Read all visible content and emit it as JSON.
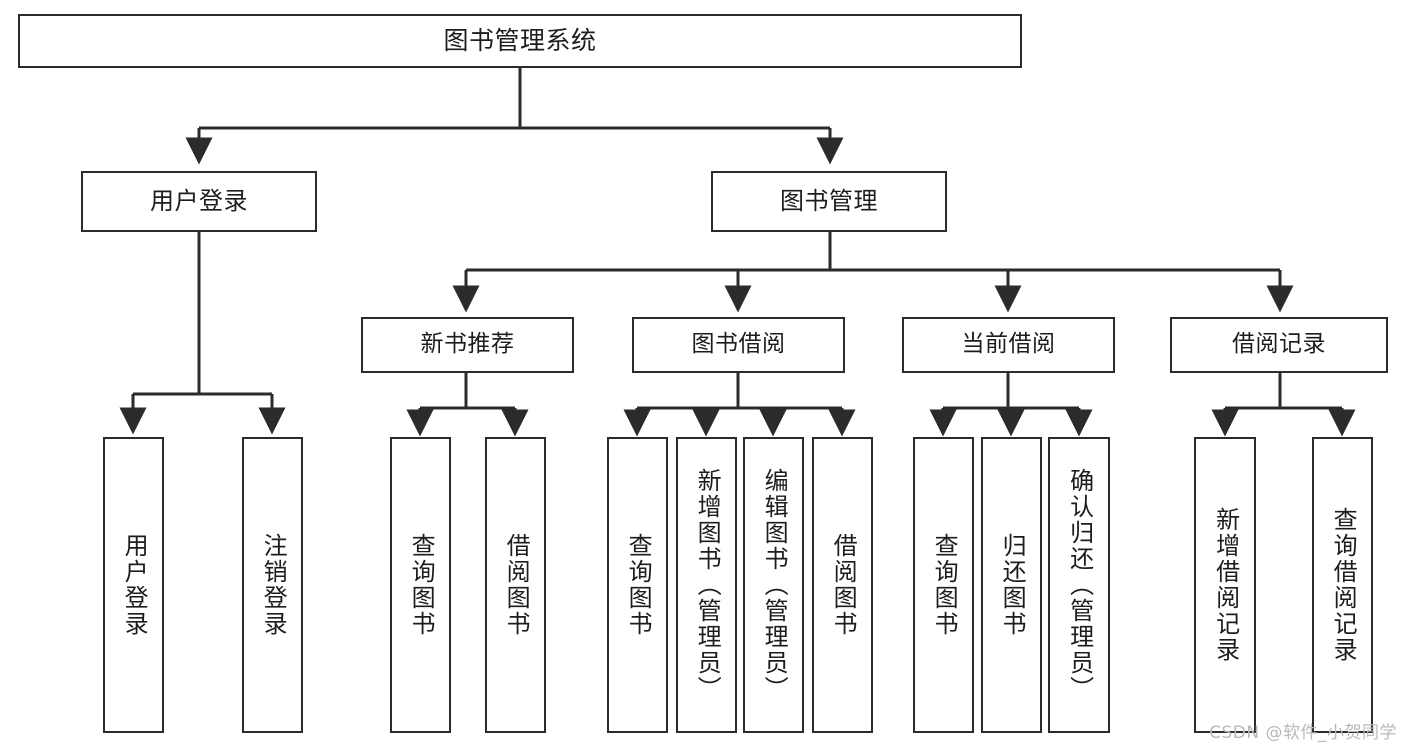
{
  "diagram": {
    "title": "图书管理系统",
    "type": "tree-hierarchy-chart",
    "watermark": "CSDN @软件_小贺同学",
    "nodes": {
      "root": {
        "label": "图书管理系统"
      },
      "level2": [
        {
          "id": "user-login",
          "label": "用户登录"
        },
        {
          "id": "book-manage",
          "label": "图书管理"
        }
      ],
      "level3": [
        {
          "id": "new-book-recommend",
          "label": "新书推荐"
        },
        {
          "id": "book-borrow",
          "label": "图书借阅"
        },
        {
          "id": "current-borrow",
          "label": "当前借阅"
        },
        {
          "id": "borrow-record",
          "label": "借阅记录"
        }
      ],
      "leaves": [
        {
          "id": "leaf-user-login",
          "label": "用户登录"
        },
        {
          "id": "leaf-logout-login",
          "label": "注销登录"
        },
        {
          "id": "leaf-query-book-1",
          "label": "查询图书"
        },
        {
          "id": "leaf-borrow-book-1",
          "label": "借阅图书"
        },
        {
          "id": "leaf-query-book-2",
          "label": "查询图书"
        },
        {
          "id": "leaf-add-book-admin",
          "label": "新增图书（管理员）"
        },
        {
          "id": "leaf-edit-book-admin",
          "label": "编辑图书（管理员）"
        },
        {
          "id": "leaf-borrow-book-2",
          "label": "借阅图书"
        },
        {
          "id": "leaf-query-book-3",
          "label": "查询图书"
        },
        {
          "id": "leaf-return-book",
          "label": "归还图书"
        },
        {
          "id": "leaf-confirm-return-admin",
          "label": "确认归还（管理员）"
        },
        {
          "id": "leaf-add-borrow-record",
          "label": "新增借阅记录"
        },
        {
          "id": "leaf-query-borrow-record",
          "label": "查询借阅记录"
        }
      ]
    },
    "colors": {
      "stroke": "#2b2b2b",
      "fill": "#ffffff",
      "text": "#1d1d1d",
      "watermark": "#b9b9b9"
    }
  }
}
